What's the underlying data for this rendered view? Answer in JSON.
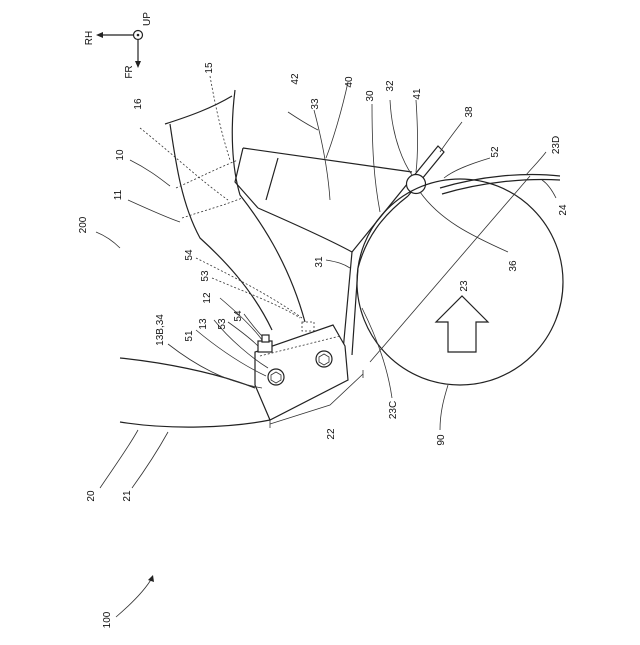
{
  "figure": {
    "orientation": {
      "rh": "RH",
      "up": "UP",
      "fr": "FR"
    },
    "labels": {
      "l100": "100",
      "l200": "200",
      "l10": "10",
      "l11": "11",
      "l12": "12",
      "l13": "13",
      "l13b34": "13B,34",
      "l15": "15",
      "l16": "16",
      "l20": "20",
      "l21": "21",
      "l22": "22",
      "l23": "23",
      "l23c": "23C",
      "l23d": "23D",
      "l24": "24",
      "l30": "30",
      "l31": "31",
      "l32": "32",
      "l33": "33",
      "l36": "36",
      "l38": "38",
      "l40": "40",
      "l41": "41",
      "l42": "42",
      "l51": "51",
      "l52": "52",
      "l53a": "53",
      "l53b": "53",
      "l54a": "54",
      "l54b": "54",
      "l90": "90"
    }
  }
}
